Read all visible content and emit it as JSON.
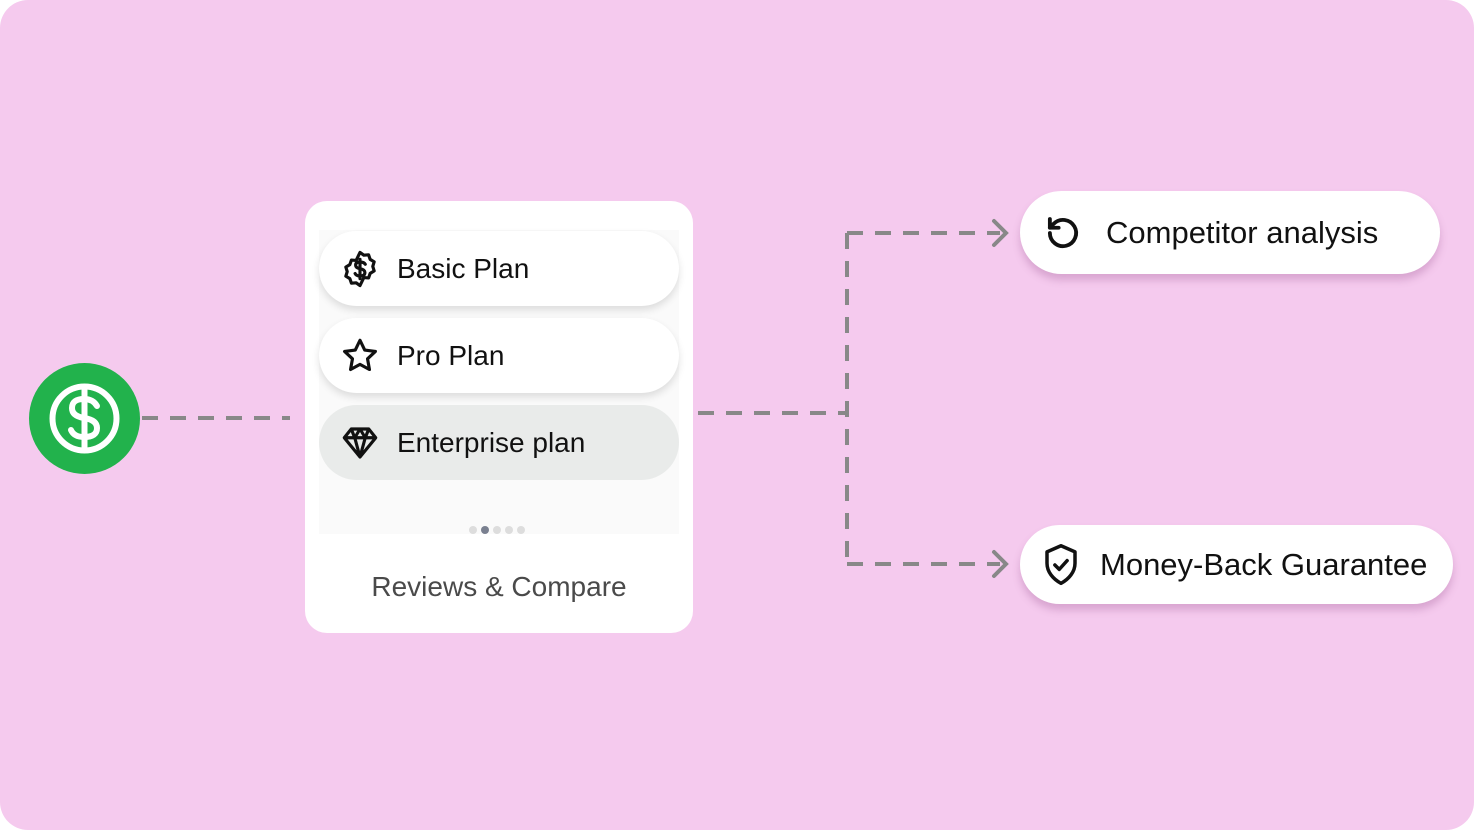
{
  "source": {
    "icon": "dollar-circle-icon",
    "color": "#22B24C"
  },
  "card": {
    "items": [
      {
        "label": "Basic Plan",
        "icon": "dollar-badge-icon",
        "selected": false
      },
      {
        "label": "Pro Plan",
        "icon": "star-icon",
        "selected": false
      },
      {
        "label": "Enterprise plan",
        "icon": "diamond-icon",
        "selected": true
      }
    ],
    "pagination": {
      "total": 5,
      "active": 2
    },
    "caption": "Reviews & Compare"
  },
  "targets": [
    {
      "label": "Competitor analysis",
      "icon": "refresh-icon"
    },
    {
      "label": "Money-Back Guarantee",
      "icon": "shield-check-icon"
    }
  ],
  "colors": {
    "background": "#F5CAEE",
    "connector": "#888888"
  }
}
